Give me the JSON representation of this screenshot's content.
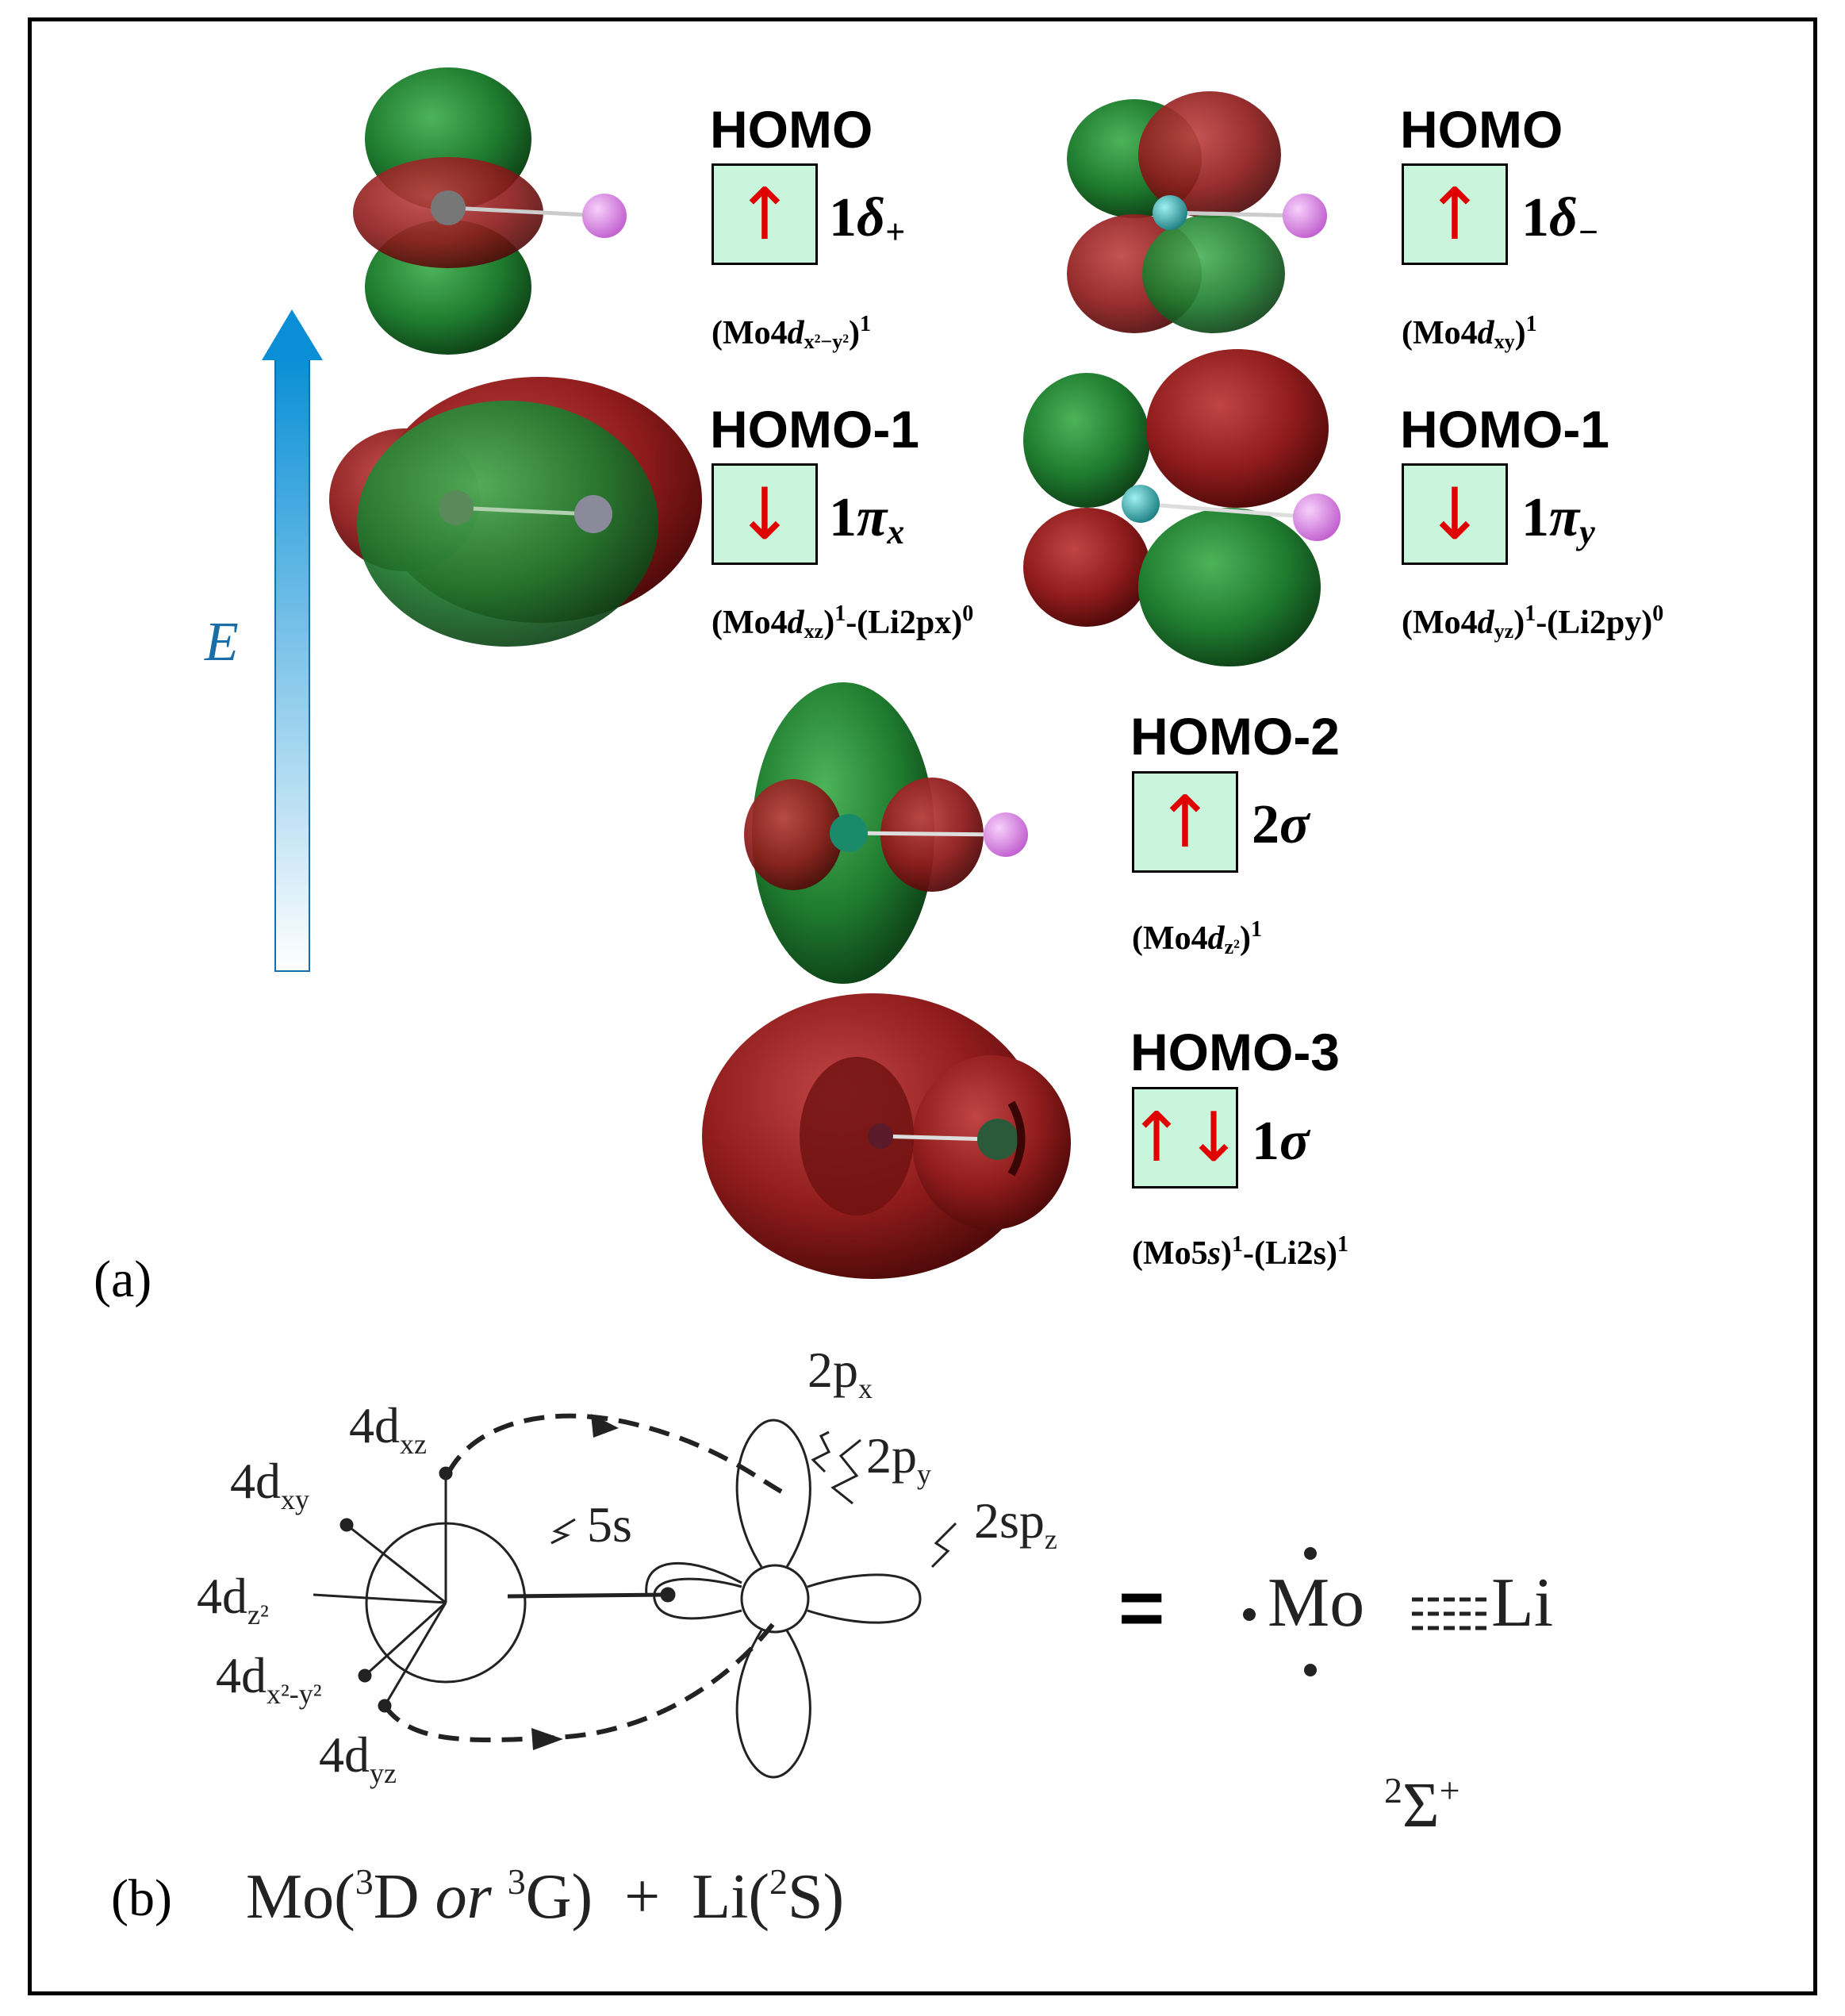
{
  "panel_a": {
    "label": "(a)",
    "energy_label": "E",
    "orbitals": [
      {
        "id": "homo-delta-plus",
        "title": "HOMO",
        "electrons": "↑",
        "sym_main": "1",
        "sym_greek": "δ",
        "sym_sub": "+",
        "cfg_pre": "(Mo4",
        "cfg_d": "d",
        "cfg_sub": "x²−y²",
        "cfg_post": ")",
        "cfg_sup": "1",
        "cfg_li": "",
        "cfg_li_sup": ""
      },
      {
        "id": "homo-delta-minus",
        "title": "HOMO",
        "electrons": "↑",
        "sym_main": "1",
        "sym_greek": "δ",
        "sym_sub": "−",
        "cfg_pre": "(Mo4",
        "cfg_d": "d",
        "cfg_sub": "xy",
        "cfg_post": ")",
        "cfg_sup": "1",
        "cfg_li": "",
        "cfg_li_sup": ""
      },
      {
        "id": "homo1-pi-x",
        "title": "HOMO-1",
        "electrons": "↓",
        "sym_main": "1",
        "sym_greek": "π",
        "sym_sub": "x",
        "cfg_pre": "(Mo4",
        "cfg_d": "d",
        "cfg_sub": "xz",
        "cfg_post": ")",
        "cfg_sup": "1",
        "cfg_li": "-(Li2px)",
        "cfg_li_sup": "0"
      },
      {
        "id": "homo1-pi-y",
        "title": "HOMO-1",
        "electrons": "↓",
        "sym_main": "1",
        "sym_greek": "π",
        "sym_sub": "y",
        "cfg_pre": "(Mo4",
        "cfg_d": "d",
        "cfg_sub": "yz",
        "cfg_post": ")",
        "cfg_sup": "1",
        "cfg_li": "-(Li2py)",
        "cfg_li_sup": "0"
      },
      {
        "id": "homo2-sigma",
        "title": "HOMO-2",
        "electrons": "↑",
        "sym_main": "2",
        "sym_greek": "σ",
        "sym_sub": "",
        "cfg_pre": "(Mo4",
        "cfg_d": "d",
        "cfg_sub": "z²",
        "cfg_post": ")",
        "cfg_sup": "1",
        "cfg_li": "",
        "cfg_li_sup": ""
      },
      {
        "id": "homo3-sigma",
        "title": "HOMO-3",
        "electrons": "↑↓",
        "sym_main": "1",
        "sym_greek": "σ",
        "sym_sub": "",
        "cfg_pre": "(Mo5",
        "cfg_d": "s",
        "cfg_sub": "",
        "cfg_post": ")",
        "cfg_sup": "1",
        "cfg_li": "-(Li2s)",
        "cfg_li_sup": "1"
      }
    ],
    "colors": {
      "positive_lobe": "#1e7a2e",
      "negative_lobe": "#8e1b1b",
      "box_fill": "#c8f5dc",
      "arrow_red": "#e00000",
      "energy_arrow": "#1a8fd0",
      "li_atom": "#e08ae8",
      "mo_atom": "#2fb3b3"
    }
  },
  "panel_b": {
    "label": "(b)",
    "orbital_labels": {
      "d_xz": "4d",
      "d_xz_sub": "xz",
      "d_xy": "4d",
      "d_xy_sub": "xy",
      "d_z2": "4d",
      "d_z2_sub": "z²",
      "d_x2y2": "4d",
      "d_x2y2_sub": "x²-y²",
      "d_yz": "4d",
      "d_yz_sub": "yz",
      "s5": "5s",
      "p_x": "2p",
      "p_x_sub": "x",
      "p_y": "2p",
      "p_y_sub": "y",
      "sp_z": "2sp",
      "sp_z_sub": "z"
    },
    "equals": "=",
    "product_mo": "Mo",
    "product_li": "Li",
    "term_symbol_sup_left": "2",
    "term_symbol": "Σ",
    "term_symbol_sup_right": "+",
    "reactants": {
      "mo": "Mo(",
      "mo_state1_sup": "3",
      "mo_state1": "D",
      "or": "or",
      "mo_state2_sup": "3",
      "mo_state2": "G)",
      "plus": "+",
      "li": "Li(",
      "li_state_sup": "2",
      "li_state": "S)"
    }
  }
}
